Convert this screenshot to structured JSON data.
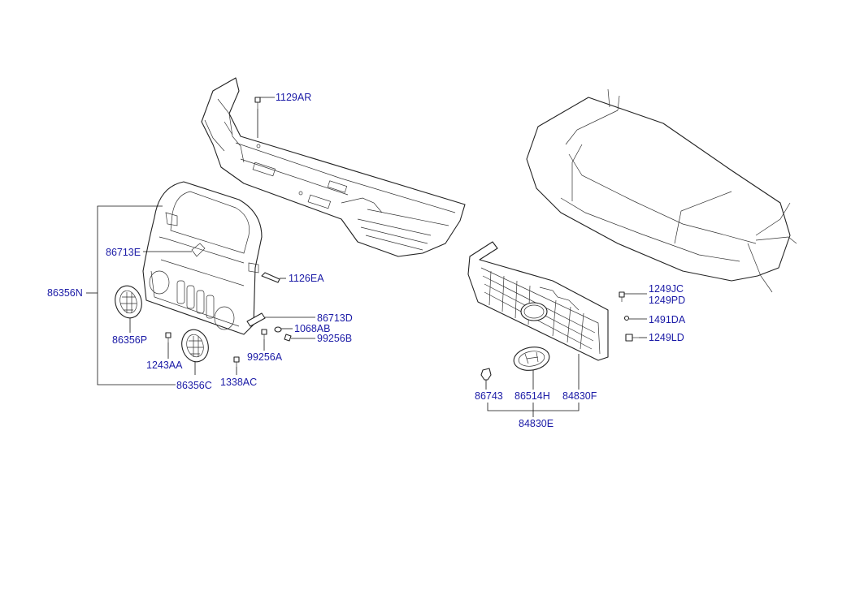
{
  "diagram": {
    "labels": {
      "l_1129AR": "1129AR",
      "l_86713E": "86713E",
      "l_1126EA": "1126EA",
      "l_86356N": "86356N",
      "l_86356P": "86356P",
      "l_86713D": "86713D",
      "l_1068AB": "1068AB",
      "l_99256B": "99256B",
      "l_99256A": "99256A",
      "l_1243AA": "1243AA",
      "l_86356C": "86356C",
      "l_1338AC": "1338AC",
      "l_1249JC": "1249JC",
      "l_1249PD": "1249PD",
      "l_1491DA": "1491DA",
      "l_1249LD": "1249LD",
      "l_86743": "86743",
      "l_86514H": "86514H",
      "l_84830F": "84830F",
      "l_84830E": "84830E"
    },
    "label_color": "#1a1aa6",
    "line_color": "#111111"
  }
}
